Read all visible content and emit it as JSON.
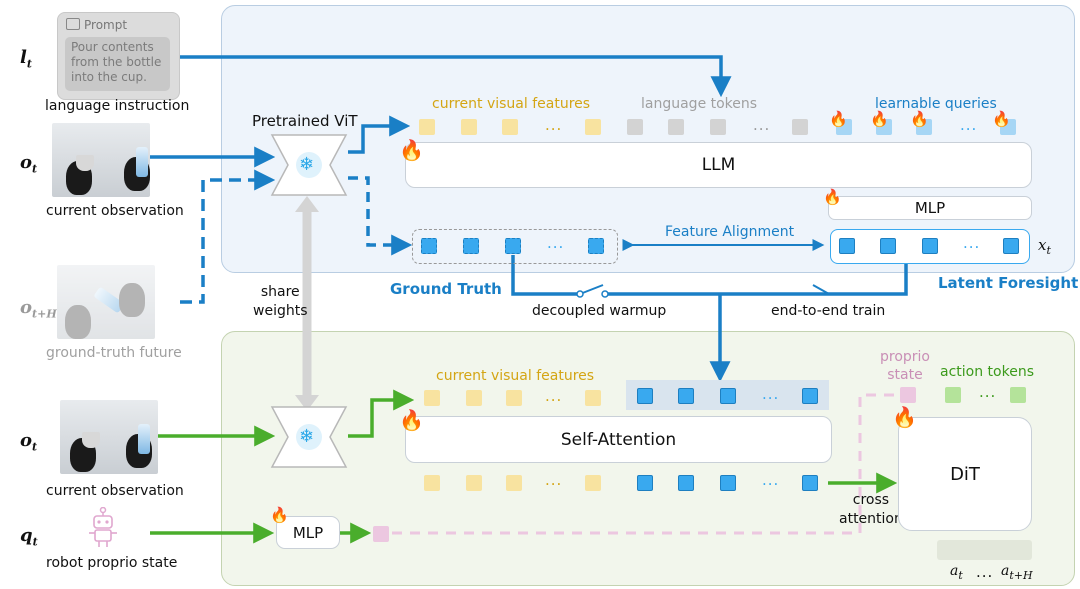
{
  "prompt": {
    "title": "Prompt",
    "text_lines": [
      "Pour contents",
      "from the bottle",
      "into the cup."
    ]
  },
  "inputs": {
    "l_t": {
      "symbol": "l",
      "sub": "t",
      "caption": "language instruction"
    },
    "o_t_top": {
      "symbol": "o",
      "sub": "t",
      "caption": "current observation"
    },
    "o_tH": {
      "symbol": "o",
      "sub": "t+H",
      "caption": "ground-truth future"
    },
    "o_t_bot": {
      "symbol": "o",
      "sub": "t",
      "caption": "current observation"
    },
    "q_t": {
      "symbol": "q",
      "sub": "t",
      "caption": "robot proprio state"
    }
  },
  "top": {
    "vit_label": "Pretrained ViT",
    "current_visual_features": "current visual features",
    "language_tokens": "language tokens",
    "learnable_queries": "learnable queries",
    "llm": "LLM",
    "mlp": "MLP",
    "feature_alignment": "Feature Alignment",
    "x_t": {
      "symbol": "x",
      "sub": "t"
    },
    "ground_truth": "Ground Truth",
    "latent_foresight": "Latent Foresight",
    "ellipsis": "..."
  },
  "middle": {
    "share_weights": [
      "share",
      "weights"
    ],
    "decoupled_warmup": "decoupled warmup",
    "end_to_end_train": "end-to-end train"
  },
  "bottom": {
    "current_visual_features": "current visual features",
    "self_attention": "Self-Attention",
    "proprio_state": [
      "proprio",
      "state"
    ],
    "action_tokens": "action tokens",
    "dit": "DiT",
    "cross_attention": [
      "cross",
      "attention"
    ],
    "mlp": "MLP",
    "a_t": {
      "symbol": "a",
      "sub": "t"
    },
    "a_tH": {
      "symbol": "a",
      "sub": "t+H"
    },
    "ellipsis": "..."
  },
  "colors": {
    "blue": "#1a7fc6",
    "green": "#4aad2c",
    "yellow_text": "#d4a514",
    "gray_text": "#9a9a9a",
    "blue_text": "#1a7fc6",
    "pink_text": "#c98fb6",
    "green_text": "#3c9a1c"
  }
}
